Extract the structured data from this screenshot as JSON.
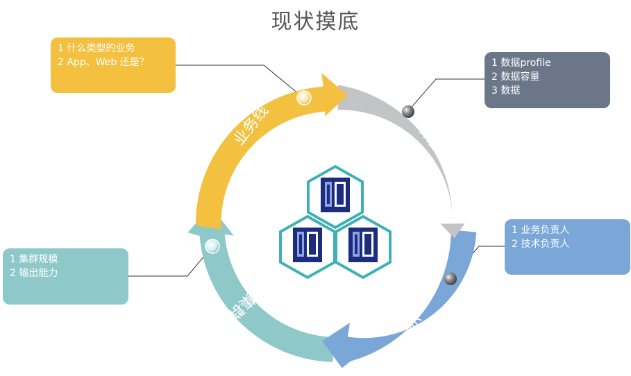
{
  "title": "现状摸底",
  "ring_labels": {
    "business": "业务线",
    "data": "数据",
    "people": "相关人",
    "cluster": "集群"
  },
  "boxes": {
    "business": {
      "lines": [
        "1 什么类型的业务",
        "2 App、Web 还是？"
      ],
      "color": "#f3c040"
    },
    "data": {
      "lines": [
        "1 数据profile",
        "2 数据容量",
        "3 数据"
      ],
      "color": "#6b7789"
    },
    "people": {
      "lines": [
        "1 业务负责人",
        "2 技术负责人"
      ],
      "color": "#7aa6d8"
    },
    "cluster": {
      "lines": [
        "1 集群规模",
        "2 输出能力"
      ],
      "color": "#8ec8c8"
    }
  },
  "colors": {
    "arc_business": "#f3c040",
    "arc_data": "#c2c4c5",
    "arc_people": "#7aa6d8",
    "arc_cluster": "#8ec8c8",
    "hexagon_border": "#3fb1b5",
    "server": "#1c2c7e"
  },
  "icons": [
    "server-cluster-icon"
  ]
}
